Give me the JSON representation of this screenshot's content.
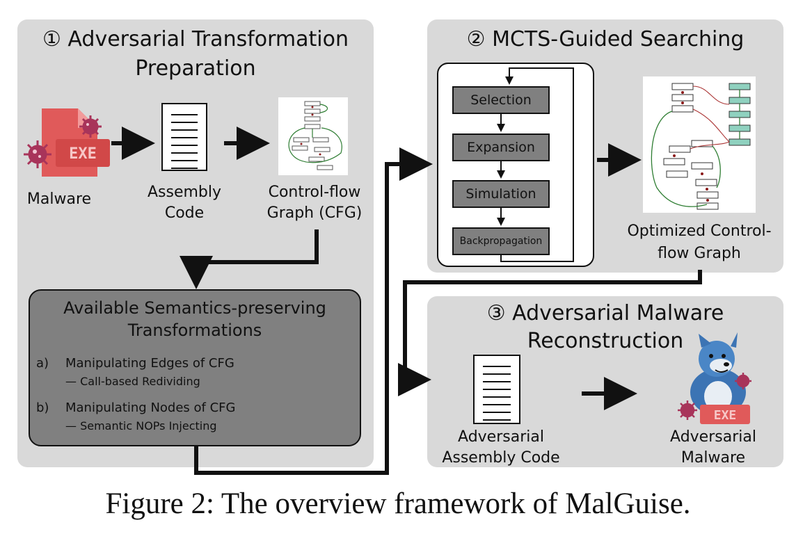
{
  "panels": {
    "p1": {
      "title_line1": "① Adversarial Transformation",
      "title_line2": "Preparation"
    },
    "p2": {
      "title": "② MCTS-Guided Searching"
    },
    "p3": {
      "title_line1": "③ Adversarial Malware",
      "title_line2": "Reconstruction"
    }
  },
  "nodes": {
    "malware": {
      "label": "Malware",
      "badge": "EXE",
      "icon": "malware-file-icon"
    },
    "assembly": {
      "label_line1": "Assembly",
      "label_line2": "Code",
      "icon": "document-icon"
    },
    "cfg": {
      "label_line1": "Control-flow",
      "label_line2": "Graph (CFG)",
      "icon": "cfg-graph-icon"
    },
    "optimized_cfg": {
      "label_line1": "Optimized Control-",
      "label_line2": "flow Graph",
      "icon": "cfg-graph-icon"
    },
    "adv_assembly": {
      "label_line1": "Adversarial",
      "label_line2": "Assembly Code",
      "icon": "document-icon"
    },
    "adv_malware": {
      "label_line1": "Adversarial",
      "label_line2": "Malware",
      "badge": "EXE",
      "icon": "wolf-mascot-icon"
    }
  },
  "mcts_steps": [
    "Selection",
    "Expansion",
    "Simulation",
    "Backpropagation"
  ],
  "transformations": {
    "title_line1": "Available Semantics-preserving",
    "title_line2": "Transformations",
    "items": [
      {
        "marker": "a)",
        "text": "Manipulating Edges of CFG",
        "sub": "— Call-based Redividing"
      },
      {
        "marker": "b)",
        "text": "Manipulating Nodes of CFG",
        "sub": "— Semantic NOPs Injecting"
      }
    ]
  },
  "caption": "Figure 2: The overview framework of MalGuise.",
  "colors": {
    "panel_bg": "#d9d9d9",
    "dark_box": "#808080",
    "exe_red": "#e05a5a",
    "virus": "#a8345a",
    "cfg_green": "#2e7d32",
    "cfg_teal": "#8fd1bf",
    "wolf_blue": "#3c74b4"
  }
}
